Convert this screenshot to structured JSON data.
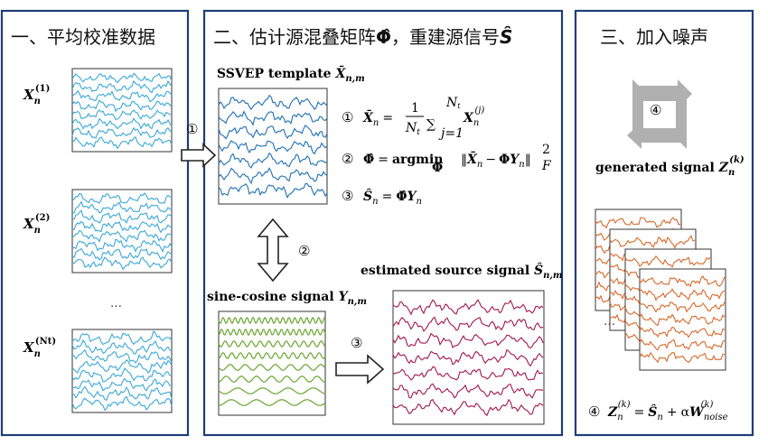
{
  "panels": {
    "p1": {
      "title": "一、平均校准数据"
    },
    "p2": {
      "title_text": "二、估计源混叠矩阵",
      "title_sym1": "Φ̂",
      "title_sep": "，重建源信号",
      "title_sym2": "Ŝ"
    },
    "p3": {
      "title": "三、加入噪声"
    }
  },
  "panel1": {
    "trial_labels": [
      {
        "base": "X",
        "sub": "n",
        "sup": "(1)"
      },
      {
        "base": "X",
        "sub": "n",
        "sup": "(2)"
      },
      {
        "base": "X",
        "sub": "n",
        "sup": "(Nt)"
      }
    ],
    "ellipsis": "…"
  },
  "panel2": {
    "template_label": {
      "text": "SSVEP template ",
      "sym": "X̄",
      "sub": "n,m"
    },
    "step1": {
      "num": "①",
      "lhs": "X̄",
      "lhs_sub": "n",
      "eq": "=",
      "frac_num": "1",
      "frac_den": "N",
      "frac_den_sub": "t",
      "sum": "∑",
      "sum_top": "N",
      "sum_top_sub": "t",
      "sum_bot": "j=1",
      "x": "X",
      "x_sub": "n",
      "x_sup": "(j)"
    },
    "step2": {
      "num": "②",
      "lhs": "Φ̂",
      "eq": "=",
      "op": "argmin",
      "op_sub": "Φ",
      "norm_open": "‖",
      "x": "X̄",
      "x_sub": "n",
      "minus": "−",
      "phi": "Φ",
      "y": "Y",
      "y_sub": "n",
      "norm_close": "‖",
      "sup": "2",
      "sub": "F"
    },
    "step3": {
      "num": "③",
      "lhs": "Ŝ",
      "lhs_sub": "n",
      "eq": "=",
      "phi": "Φ̂",
      "y": "Y",
      "y_sub": "n"
    },
    "arrow_num_1": "①",
    "arrow_num_2": "②",
    "arrow_num_3": "③",
    "estimated_label": {
      "text": "estimated source signal ",
      "sym": "Ŝ",
      "sub": "n,m"
    },
    "sine_label": {
      "text": "sine-cosine signal ",
      "sym": "Y",
      "sub": "n,m"
    }
  },
  "panel3": {
    "cycle_num": "④",
    "generated_label": {
      "text": "generated signal ",
      "sym": "Z",
      "sub": "n",
      "sup": "(k)"
    },
    "ellipsis": "…",
    "formula": {
      "num": "④",
      "z": "Z",
      "z_sub": "n",
      "z_sup": "(k)",
      "eq": "=",
      "s": "Ŝ",
      "s_sub": "n",
      "plus": "+",
      "alpha": "α",
      "w": "W",
      "w_sub": "noise",
      "w_sup": "(k)"
    }
  },
  "colors": {
    "frame": "#1f3d7a",
    "trial_wave": "#3aa8d8",
    "template_wave": "#1f6fb5",
    "sine_wave": "#6aa530",
    "source_wave": "#a3174d",
    "generated_wave": "#d9682a",
    "cycle_arrow": "#b0b0b0"
  }
}
